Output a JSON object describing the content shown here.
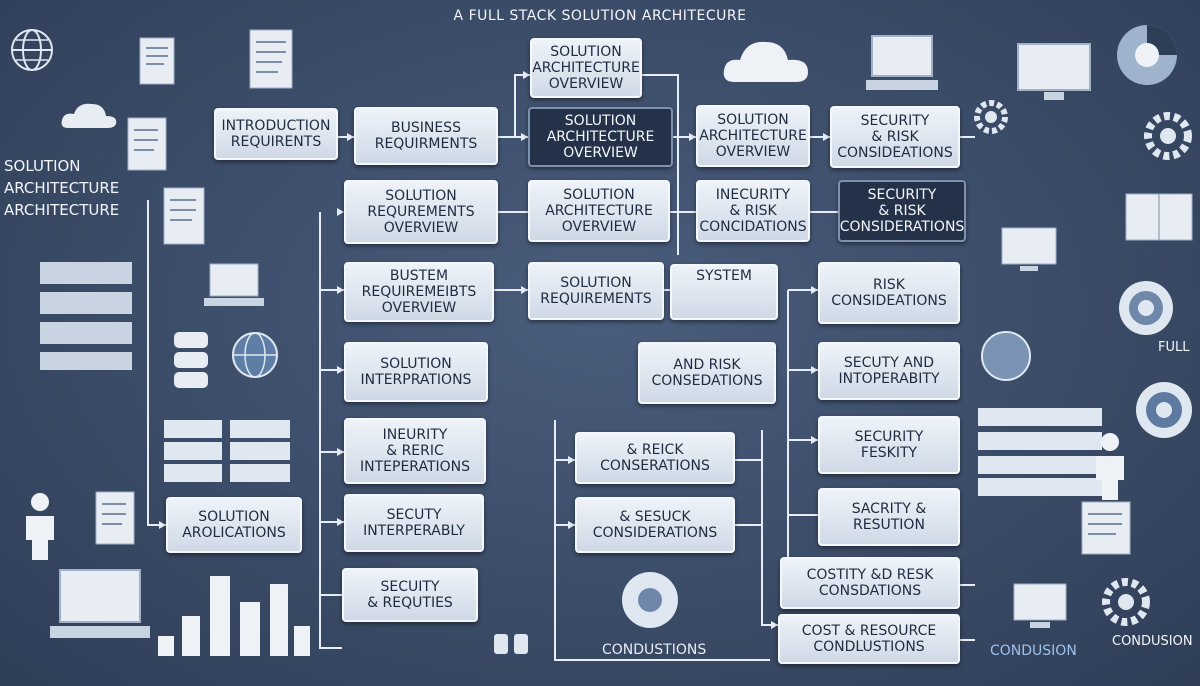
{
  "title": "A FULL STACK SOLUTION ARCHITECURE",
  "side_label": "SOLUTION\nARCHITECTURE\nARCHITECTURE",
  "bottom_labels": {
    "center": "CONDUSTIONS",
    "right": "CONDUSION",
    "right2": "CONDUSION",
    "full": "FULL"
  },
  "boxes": {
    "intro_req": "INTRODUCTION\nREQUIRENTS",
    "business_req": "BUSINESS\nREQUIRMENTS",
    "sol_arch_top": "SOLUTION\nARCHITECTURE\nOVERVIEW",
    "sol_arch_dark": "SOLUTION\nARCHITECTURE\nOVERVIEW",
    "sol_arch_right": "SOLUTION\nARCHITECTURE\nOVERVIEW",
    "security_risk_top": "SECURITY\n& RISK\nCONSIDEATIONS",
    "sol_req_overview": "SOLUTION\nREQUREMENTS\nOVERVIEW",
    "sol_arch_mid": "SOLUTION\nARCHITECTURE\nOVERVIEW",
    "insecurity": "INECURITY\n& RISK\nCONCIDATIONS",
    "security_risk_dark": "SECURITY\n& RISK\nCONSIDERATIONS",
    "bustem": "BUSTEM\nREQUIREMEIBTS\nOVERVIEW",
    "sol_requirements": "SOLUTION\nREQUIREMENTS",
    "system": "SYSTEM",
    "risk_consid": "RISK\nCONSIDEATIONS",
    "sol_interp": "SOLUTION\nINTERPRATIONS",
    "and_risk": "AND RISK\nCONSEDATIONS",
    "security_interop": "SECUTY AND\nINTOPERABITY",
    "ineurity": "INEURITY\n& RERIC\nINTEPERATIONS",
    "reick": "& REICK\nCONSERATIONS",
    "security_fesk": "SECURITY\nFESKITY",
    "sol_arolic": "SOLUTION\nAROLICATIONS",
    "security_interp": "SECUTY\nINTERPERABLY",
    "sesuck": "& SESUCK\nCONSIDERATIONS",
    "sacrity": "SACRITY &\nRESUTION",
    "security_req": "SECUITY\n& REQUTIES",
    "costity": "COSTITY &D RESK\nCONSDATIONS",
    "cost_resource": "COST & RESOURCE\nCONDLUSTIONS"
  },
  "colors": {
    "background": "#3b4c68",
    "box": "#dfe7f1",
    "box_dark": "#243249",
    "connector": "#e7edf6"
  }
}
